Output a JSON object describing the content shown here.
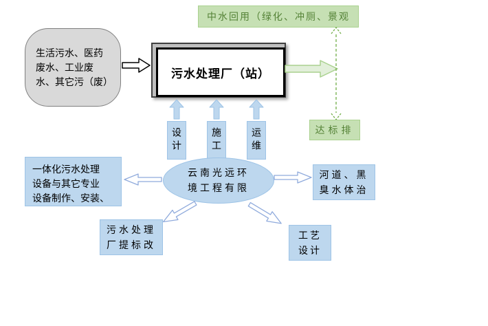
{
  "colors": {
    "blue_fill": "#bdd7ee",
    "blue_border": "#9dc3e6",
    "green_fill": "#c6e0b4",
    "green_border": "#a9d18e",
    "green_text": "#538135",
    "gray_fill": "#d9d9d9",
    "arrow_green_fill": "#e2efda",
    "dashed_arrow_green": "#70ad47",
    "hollow_arrow_stroke": "#8faadc"
  },
  "diagram": {
    "reuse": "中水回用（绿化、冲厕、景观",
    "influent": "生活污水、医药\n废水、工业废\n水、其它污（废）",
    "plant": "污水处理厂（站）",
    "discharge": "达标排",
    "services": [
      "设计",
      "施工",
      "运维"
    ],
    "company": "云南光远环\n境工程有限",
    "equipment": "一体化污水处理\n设备与其它专业\n设备制作、安装、",
    "river": "河道、黑\n臭水体治",
    "upgrade": "污水处理\n厂提标改",
    "process": "工艺\n设计"
  }
}
